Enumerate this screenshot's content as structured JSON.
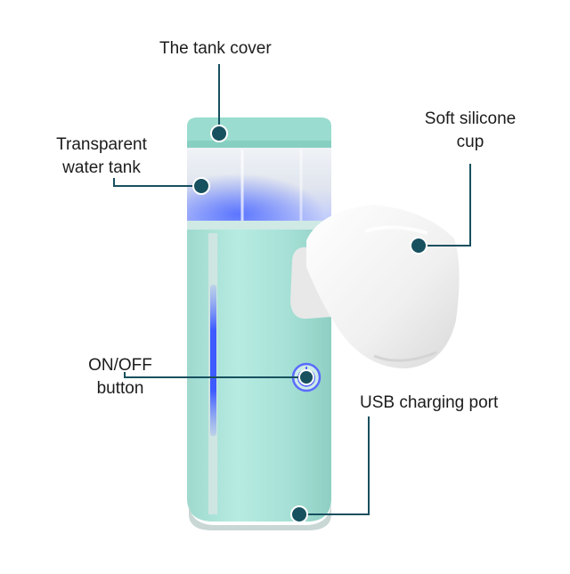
{
  "labels": {
    "tank_cover": "The tank cover",
    "water_tank_line1": "Transparent",
    "water_tank_line2": "water tank",
    "silicone_cup_line1": "Soft silicone",
    "silicone_cup_line2": "cup",
    "onoff_line1": "ON/OFF",
    "onoff_line2": "button",
    "usb_port": "USB charging port"
  },
  "colors": {
    "leader_line": "#17505f",
    "dot": "#17505f",
    "body": "#a9e2d8",
    "cover": "#9adccf",
    "led": "#3b5cff",
    "cup": "#f4f4f4"
  },
  "icons": {
    "power_button": "power-icon"
  }
}
